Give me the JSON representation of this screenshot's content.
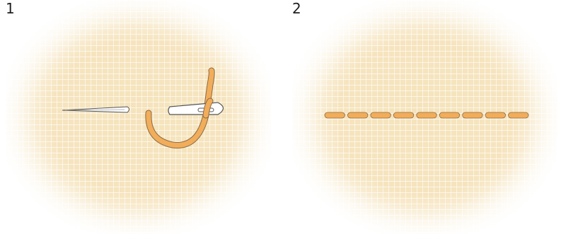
{
  "panels": [
    {
      "label": "1"
    },
    {
      "label": "2"
    }
  ],
  "colors": {
    "fabric": "#f5e3bb",
    "grid_line": "#ffffff",
    "thread": "#f2ad5a",
    "thread_outline": "#8a6b46",
    "needle": "#ffffff",
    "needle_outline": "#555555",
    "woven_thread": "#6b6b72"
  },
  "icons": {
    "needle": "needle-icon",
    "threaded_needle": "threaded-needle-icon"
  },
  "stitch_count": 9
}
